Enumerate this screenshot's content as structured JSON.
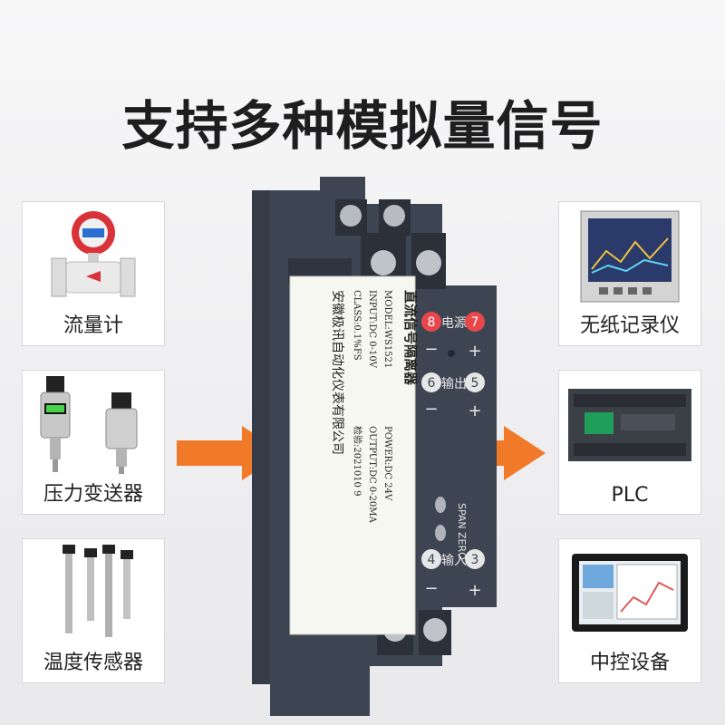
{
  "headline": "支持多种模拟量信号",
  "inputs": [
    {
      "label": "流量计",
      "icon": "flowmeter-icon"
    },
    {
      "label": "压力变送器",
      "icon": "pressure-transmitter-icon"
    },
    {
      "label": "温度传感器",
      "icon": "temperature-sensor-icon"
    }
  ],
  "outputs": [
    {
      "label": "无纸记录仪",
      "icon": "paperless-recorder-icon"
    },
    {
      "label": "PLC",
      "icon": "plc-icon"
    },
    {
      "label": "中控设备",
      "icon": "control-panel-icon"
    }
  ],
  "device": {
    "nameplate": {
      "title": "直流信号隔离器",
      "model": "MODEL:WS1521",
      "power": "POWER:DC 24V",
      "input": "INPUT:DC 0-10V",
      "output": "OUTPUT:DC 0-20MA",
      "class": "CLASS:0.1%FS",
      "check": "检验:2021010 9",
      "maker": "安徽极讯自动化仪表有限公司"
    },
    "terminals": {
      "t8": "8",
      "power_label": "电源",
      "t7": "7",
      "t6": "6",
      "output_label": "输出",
      "t5": "5",
      "span": "SPAN",
      "zero": "ZERO",
      "t4": "4",
      "input_label": "输入",
      "t3": "3",
      "minus": "−",
      "plus": "+"
    }
  },
  "colors": {
    "arrow": "#f07a28",
    "housing": "#3e4552",
    "terminal_badge": "#e8464a"
  }
}
